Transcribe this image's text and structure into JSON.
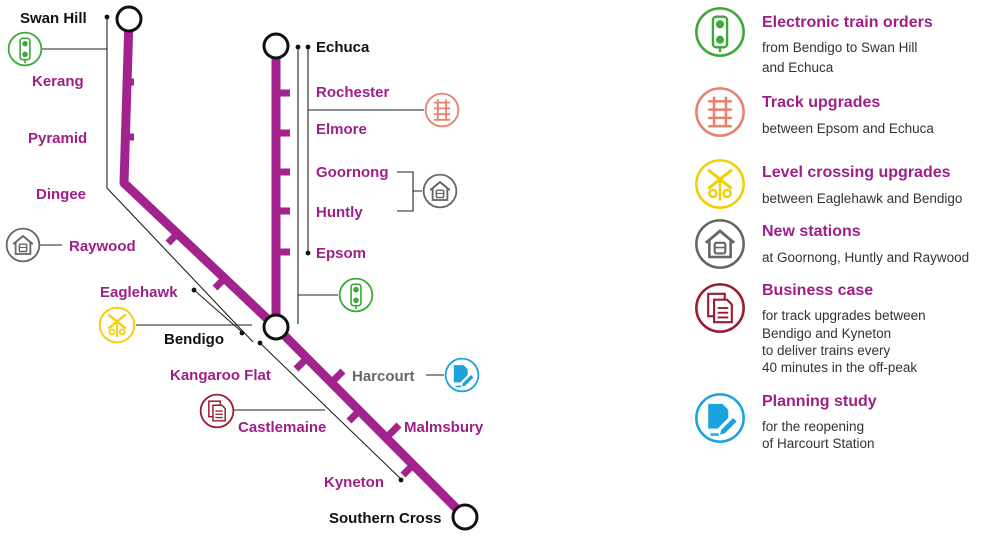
{
  "colors": {
    "line": "#a3238e",
    "label": "#9e1f87",
    "terminus_label": "#111111",
    "grey_label": "#666666",
    "train_orders": "#3aaa35",
    "track": "#e8806f",
    "crossing": "#f2cf00",
    "station": "#666666",
    "business": "#9b1b30",
    "planning": "#1aa3dd"
  },
  "stations": {
    "swan_hill": "Swan Hill",
    "kerang": "Kerang",
    "pyramid": "Pyramid",
    "dingee": "Dingee",
    "raywood": "Raywood",
    "eaglehawk": "Eaglehawk",
    "bendigo": "Bendigo",
    "echuca": "Echuca",
    "rochester": "Rochester",
    "elmore": "Elmore",
    "goornong": "Goornong",
    "huntly": "Huntly",
    "epsom": "Epsom",
    "kangaroo_flat": "Kangaroo Flat",
    "harcourt": "Harcourt",
    "castlemaine": "Castlemaine",
    "malmsbury": "Malmsbury",
    "kyneton": "Kyneton",
    "southern_cross": "Southern Cross"
  },
  "legend": [
    {
      "icon": "train-orders-icon",
      "title": "Electronic train orders",
      "desc": [
        "from Bendigo to Swan Hill",
        "and Echuca"
      ]
    },
    {
      "icon": "track-icon",
      "title": "Track upgrades",
      "desc": [
        "between Epsom and Echuca"
      ]
    },
    {
      "icon": "level-crossing-icon",
      "title": "Level crossing upgrades",
      "desc": [
        "between Eaglehawk and Bendigo"
      ]
    },
    {
      "icon": "station-icon",
      "title": "New stations",
      "desc": [
        "at Goornong, Huntly and Raywood"
      ]
    },
    {
      "icon": "document-icon",
      "title": "Business case",
      "desc": [
        "for track upgrades between",
        "Bendigo and Kyneton",
        "to deliver trains every",
        "40 minutes in the off-peak"
      ]
    },
    {
      "icon": "planning-icon",
      "title": "Planning study",
      "desc": [
        "for the reopening",
        "of Harcourt Station"
      ]
    }
  ]
}
